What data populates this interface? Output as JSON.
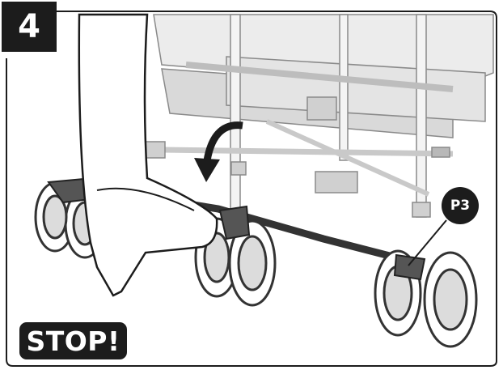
{
  "step": {
    "number": "4"
  },
  "warning": {
    "label": "STOP!"
  },
  "callout": {
    "label": "P3"
  },
  "colors": {
    "ink": "#1c1c1c",
    "frame_gray": "#dcdcdc",
    "wheel_gray": "#9a9a9a",
    "paper": "#ffffff"
  },
  "icons": [
    "foot-press",
    "rotate-down-arrow",
    "brake-bar",
    "stroller-wheels"
  ]
}
